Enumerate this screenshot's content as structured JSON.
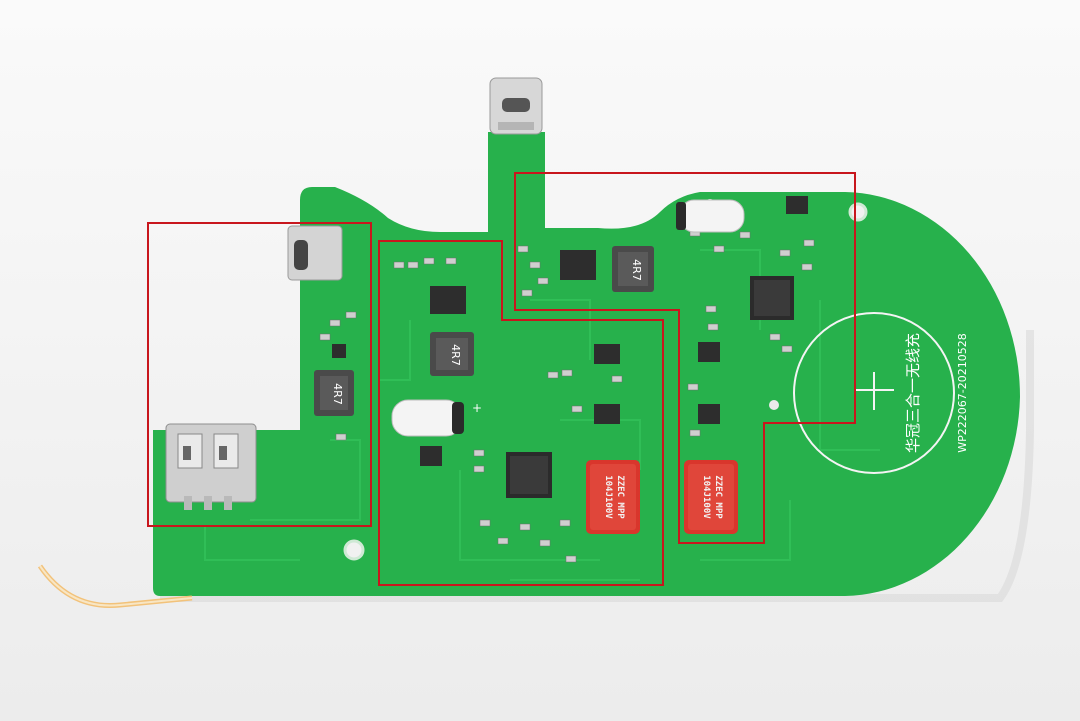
{
  "board": {
    "silkscreen_title": "华冠三合一无线充",
    "silkscreen_model": "WP222067-20210528",
    "inductor_marking": "4R7",
    "capacitor_marking_line1": "ZZEC MPP",
    "capacitor_marking_line2": "104J100V",
    "polarity_mark": "+"
  },
  "colors": {
    "pcb": "#27b14c",
    "pcb_dark": "#1e9a40",
    "highlight_box": "#c8161d",
    "background": "#f3f3f3",
    "capacitor": "#d9362c"
  },
  "components": {
    "connectors": [
      "usb-c-port",
      "usb-c-port",
      "usb-a-port",
      "flex-cable"
    ],
    "chips": [
      "controller-chip",
      "controller-chip",
      "mosfet",
      "mosfet",
      "mosfet",
      "mosfet"
    ],
    "inductors": [
      "inductor",
      "inductor",
      "inductor"
    ],
    "capacitors": [
      "film-capacitor",
      "film-capacitor"
    ]
  },
  "highlight_boxes_count": 3
}
